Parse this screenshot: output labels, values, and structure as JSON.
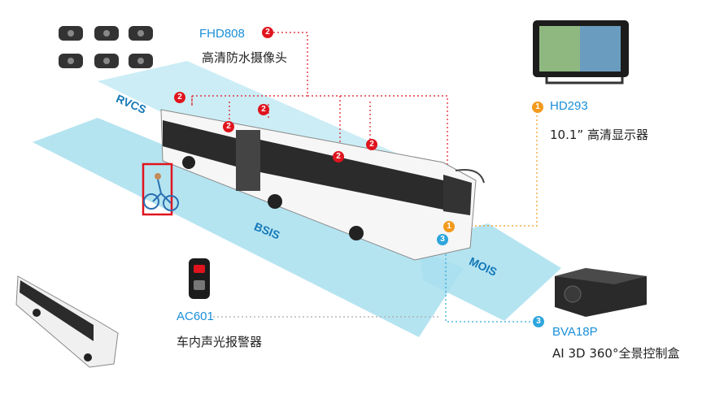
{
  "products": {
    "fhd808": {
      "code": "FHD808",
      "desc": "高清防水摄像头",
      "badge": "2"
    },
    "hd293": {
      "code": "HD293",
      "desc": "10.1” 高清显示器",
      "badge": "1"
    },
    "ac601": {
      "code": "AC601",
      "desc": "车内声光报警器"
    },
    "bva18p": {
      "code": "BVA18P",
      "desc": "AI 3D 360°全景控制盒",
      "badge": "3"
    }
  },
  "zones": {
    "rvcs": "RVCS",
    "bsis": "BSIS",
    "mois": "MOIS"
  },
  "camera_badges": [
    "2",
    "2",
    "2",
    "2",
    "2",
    "2"
  ],
  "bus_badges": {
    "display": "1",
    "controller": "3"
  },
  "colors": {
    "fhd": "#e0141e",
    "hd": "#f39a1d",
    "bva": "#2ea6dd",
    "zone": "#9fdcec",
    "code": "#1a8fd8"
  }
}
